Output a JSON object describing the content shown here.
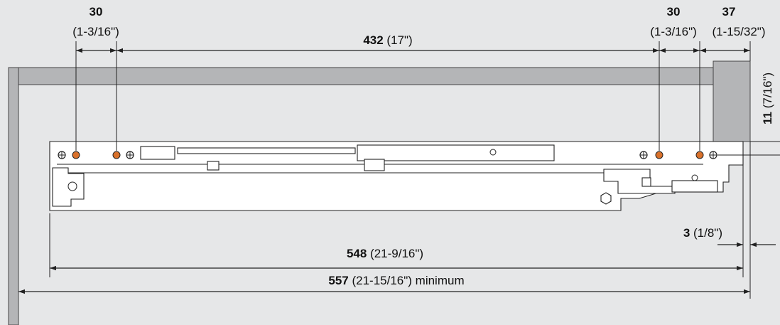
{
  "dimensions": {
    "top_left_30": {
      "value": "30",
      "inch": "(1-3/16\")"
    },
    "top_span_432": {
      "value": "432",
      "inch": " (17\")"
    },
    "top_right_30": {
      "value": "30",
      "inch": "(1-3/16\")"
    },
    "top_right_37": {
      "value": "37",
      "inch": "(1-15/32\")"
    },
    "side_11": {
      "value": "11",
      "inch": " (7/16\")"
    },
    "gap_3": {
      "value": "3",
      "inch": " (1/8\")"
    },
    "length_548": {
      "value": "548",
      "inch": " (21-9/16\")"
    },
    "length_557": {
      "value": "557",
      "inch": " (21-15/16\") minimum"
    }
  },
  "colors": {
    "background": "#e6e7e8",
    "cabinet": "#b4b5b7",
    "runner": "#ffffff",
    "screw_hole": "#d9712b"
  }
}
